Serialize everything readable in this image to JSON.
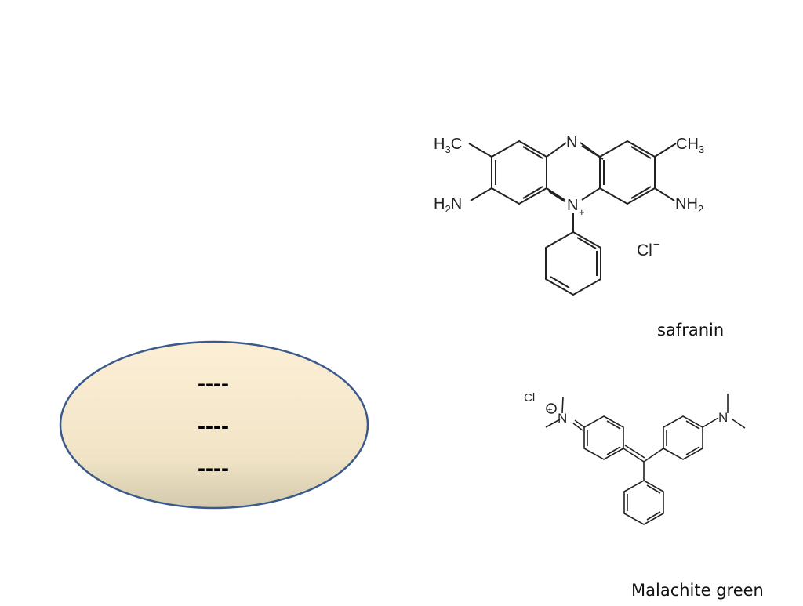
{
  "cell": {
    "charges": [
      "----",
      "----",
      "----"
    ]
  },
  "safranin": {
    "caption": "safranin",
    "labels": {
      "h3c": "H",
      "h3c_sub": "3",
      "h3c_c": "C",
      "ch3": "CH",
      "ch3_sub": "3",
      "n_top": "N",
      "n_plus": "N",
      "plus": "+",
      "h2n": "H",
      "h2n_sub": "2",
      "h2n_n": "N",
      "nh2": "NH",
      "nh2_sub": "2",
      "cl": "Cl",
      "cl_charge": "−"
    }
  },
  "malachite_green": {
    "caption": "Malachite green",
    "labels": {
      "cl": "Cl",
      "cl_charge": "−",
      "plus": "+",
      "n_left": "N",
      "n_right": "N"
    }
  },
  "colors": {
    "cell_stroke": "#3a5a8c",
    "cell_fill_top": "#fbecd0",
    "cell_fill_bottom": "#d8ceb1",
    "bond": "#222222"
  }
}
